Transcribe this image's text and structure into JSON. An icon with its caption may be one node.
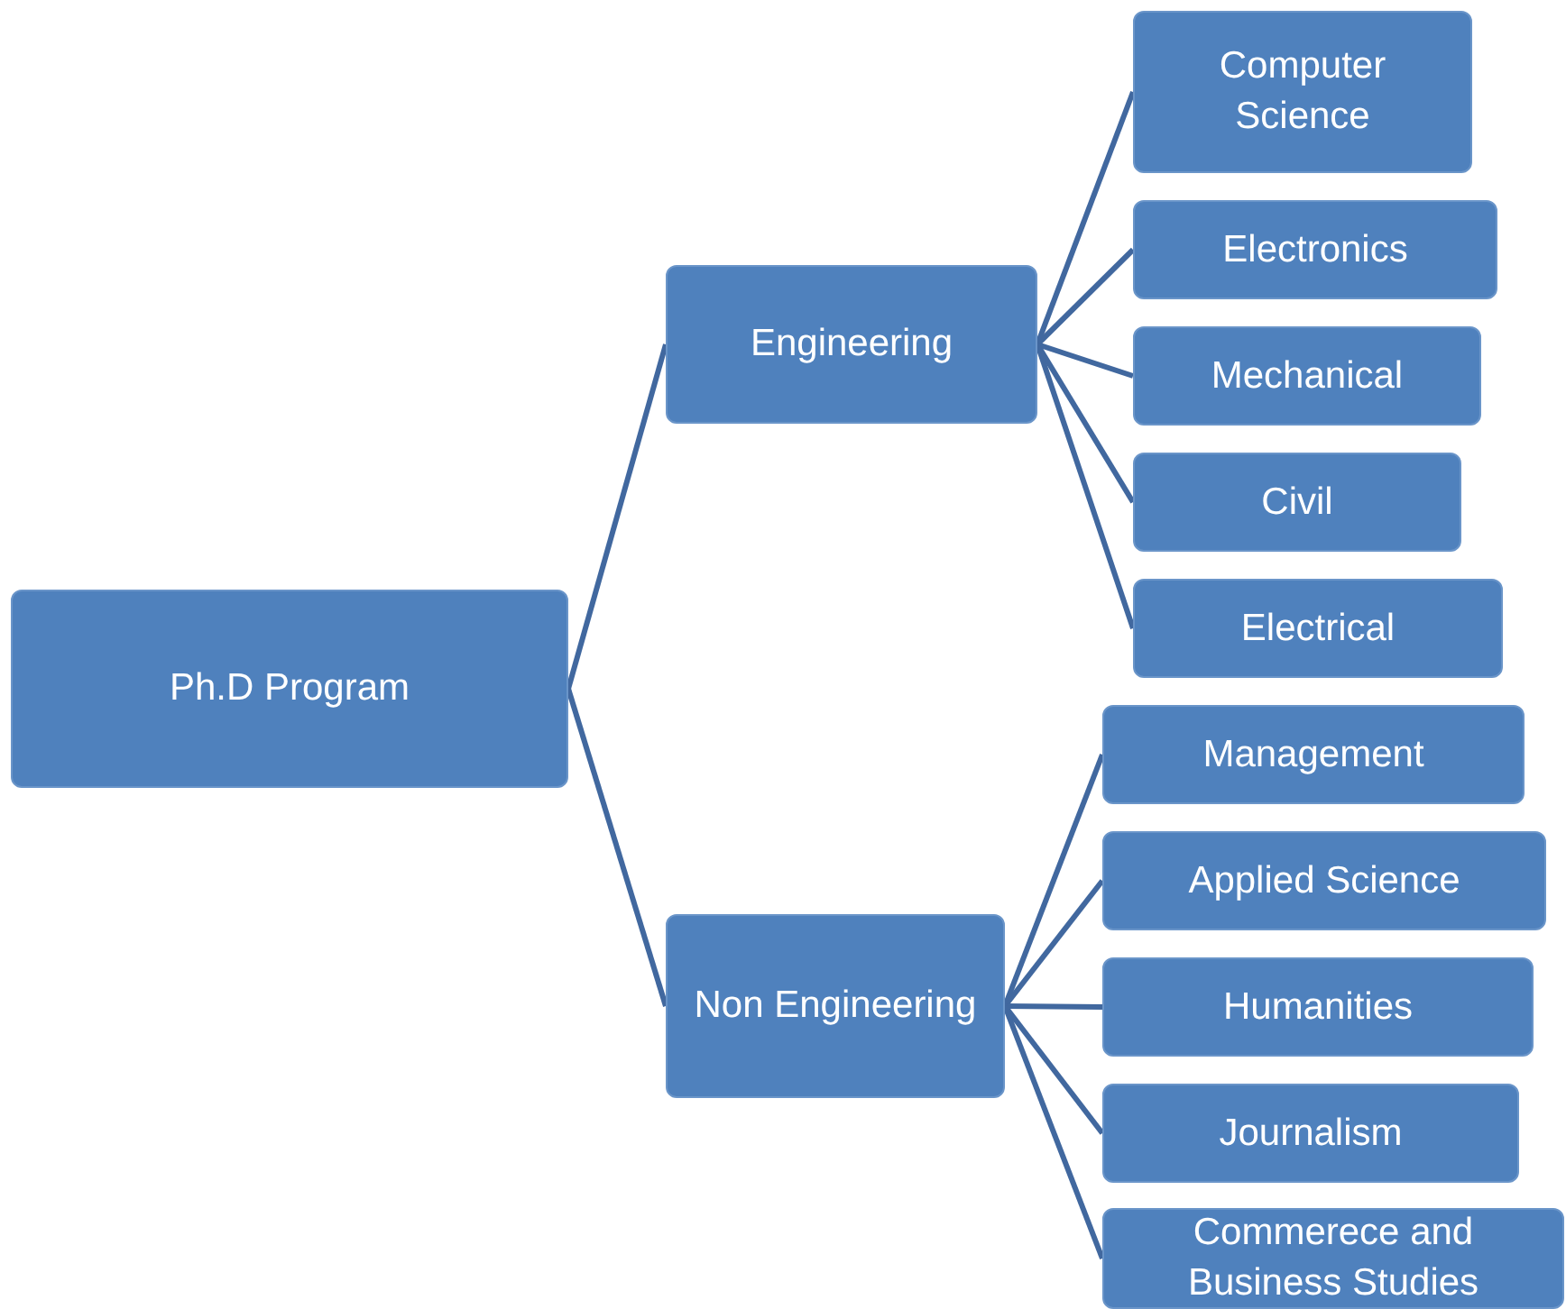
{
  "diagram": {
    "nodes": [
      {
        "text": [
          "Ph.D Program"
        ]
      },
      {
        "text": [
          "Engineering"
        ]
      },
      {
        "text": [
          "Non Engineering"
        ]
      },
      {
        "text": [
          "Computer Science"
        ]
      },
      {
        "text": [
          "Electronics"
        ]
      },
      {
        "text": [
          "Mechanical"
        ]
      },
      {
        "text": [
          "Civil"
        ]
      },
      {
        "text": [
          "Electrical"
        ]
      },
      {
        "text": [
          "Management"
        ]
      },
      {
        "text": [
          "Applied Science"
        ]
      },
      {
        "text": [
          "Humanities"
        ]
      },
      {
        "text": [
          "Journalism"
        ]
      },
      {
        "text": [
          "Commerece and Business Studies"
        ]
      }
    ],
    "edges": [
      {
        "from": 0,
        "to": 1,
        "arrow": "none"
      },
      {
        "from": 0,
        "to": 2,
        "arrow": "none"
      },
      {
        "from": 1,
        "to": 3,
        "arrow": "none"
      },
      {
        "from": 1,
        "to": 4,
        "arrow": "none"
      },
      {
        "from": 1,
        "to": 5,
        "arrow": "none"
      },
      {
        "from": 1,
        "to": 6,
        "arrow": "none"
      },
      {
        "from": 1,
        "to": 7,
        "arrow": "none"
      },
      {
        "from": 2,
        "to": 8,
        "arrow": "none"
      },
      {
        "from": 2,
        "to": 9,
        "arrow": "none"
      },
      {
        "from": 2,
        "to": 10,
        "arrow": "none"
      },
      {
        "from": 2,
        "to": 11,
        "arrow": "none"
      },
      {
        "from": 2,
        "to": 12,
        "arrow": "none"
      }
    ]
  }
}
